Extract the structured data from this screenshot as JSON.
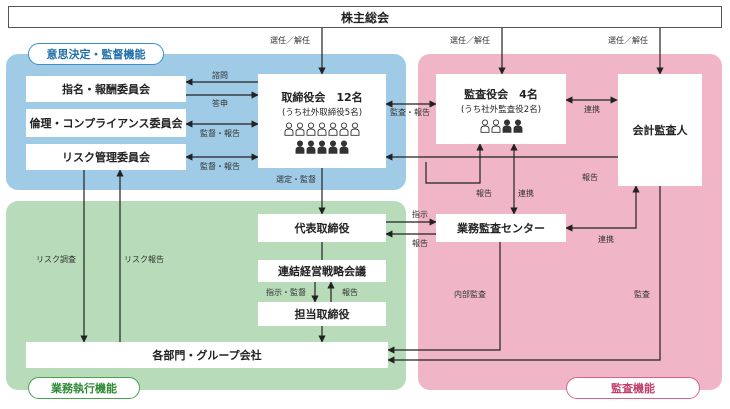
{
  "regions": {
    "decision": "意思決定・監督機能",
    "execution": "業務執行機能",
    "audit": "監査機能"
  },
  "boxes": {
    "shareholders": "株主総会",
    "nomination": "指名・報酬委員会",
    "ethics": "倫理・コンプライアンス委員会",
    "risk": "リスク管理委員会",
    "board": {
      "title": "取締役会　12名",
      "sub": "(うち社外取締役5名)",
      "people_outline": 7,
      "people_filled": 5
    },
    "auditors": {
      "title": "監査役会　4名",
      "sub": "(うち社外監査役2名)",
      "people_outline": 2,
      "people_filled": 2
    },
    "accounting": "会計監査人",
    "president": "代表取締役",
    "strategy": "連結経営戦略会議",
    "director": "担当取締役",
    "audit_center": "業務監査センター",
    "departments": "各部門・グループ会社"
  },
  "labels": {
    "elect1": "選任／解任",
    "elect2": "選任／解任",
    "elect3": "選任／解任",
    "consult": "諮問",
    "answer": "答申",
    "supervise_report1": "監督・報告",
    "supervise_report2": "監督・報告",
    "audit_report": "監査・報告",
    "cooperate1": "連携",
    "appoint_supervise": "選定・監督",
    "report1": "報告",
    "cooperate2": "連携",
    "report2": "報告",
    "instruct": "指示",
    "report3": "報告",
    "cooperate3": "連携",
    "instruct_supervise": "指示・監督",
    "report4": "報告",
    "risk_survey": "リスク調査",
    "risk_report": "リスク報告",
    "internal_audit": "内部監査",
    "audit": "監査"
  },
  "colors": {
    "blue_region": "#9fcbe6",
    "green_region": "#b8dcb9",
    "pink_region": "#f0b6c8",
    "person": "#333333"
  }
}
